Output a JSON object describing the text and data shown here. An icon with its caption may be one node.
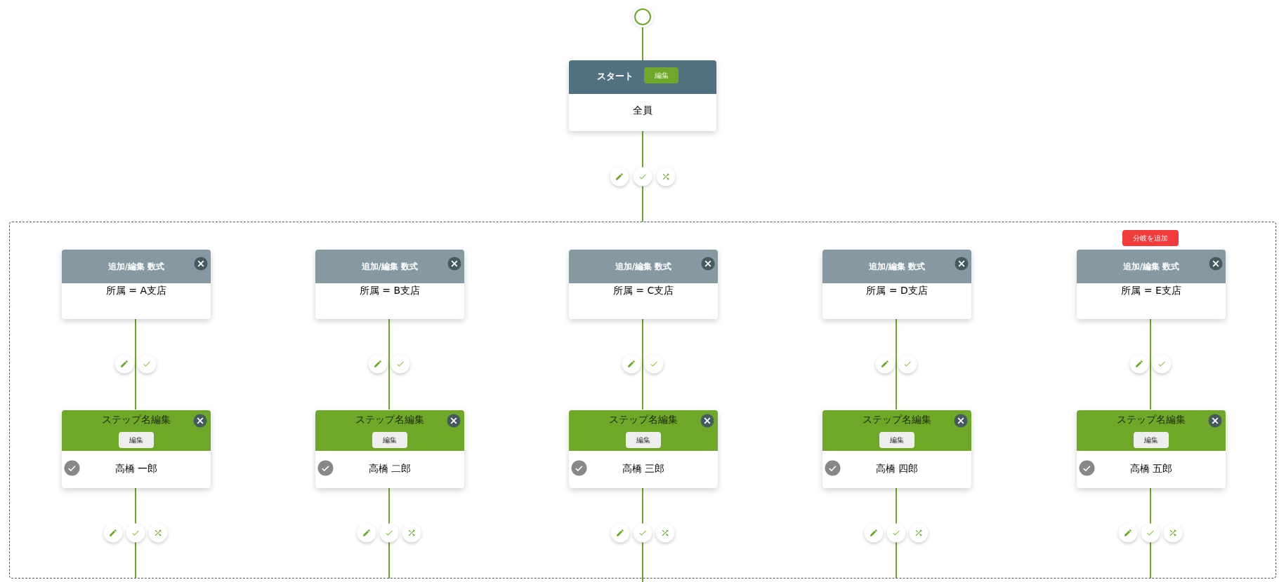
{
  "diagram": {
    "nodes": [
      {
        "text": [],
        "shape": "circle"
      },
      {
        "text": [
          "スタート",
          "編集",
          "全員"
        ]
      },
      {
        "text": [],
        "shape": "box"
      },
      {
        "text": [
          "追加/編集 数式",
          "所属 = A支店"
        ],
        "in": 2
      },
      {
        "text": [
          "追加/編集 数式",
          "所属 = B支店"
        ],
        "in": 2
      },
      {
        "text": [
          "追加/編集 数式",
          "所属 = C支店"
        ],
        "in": 2
      },
      {
        "text": [
          "追加/編集 数式",
          "所属 = D支店"
        ],
        "in": 2
      },
      {
        "text": [
          "追加/編集 数式",
          "所属 = E支店"
        ],
        "in": 2
      },
      {
        "text": [
          "ステップ名編集",
          "編集",
          "高橋 一郎"
        ],
        "in": 2
      },
      {
        "text": [
          "ステップ名編集",
          "編集",
          "高橋 二郎"
        ],
        "in": 2
      },
      {
        "text": [
          "ステップ名編集",
          "編集",
          "高橋 三郎"
        ],
        "in": 2
      },
      {
        "text": [
          "ステップ名編集",
          "編集",
          "高橋 四郎"
        ],
        "in": 2
      },
      {
        "text": [
          "ステップ名編集",
          "編集",
          "高橋 五郎"
        ],
        "in": 2
      }
    ],
    "edges": [
      {
        "from": 0,
        "to": 1,
        "arrow": "none"
      },
      {
        "from": 1,
        "to": 2,
        "arrow": "none"
      },
      {
        "from": 3,
        "to": 8,
        "arrow": "none"
      },
      {
        "from": 4,
        "to": 9,
        "arrow": "none"
      },
      {
        "from": 5,
        "to": 10,
        "arrow": "none"
      },
      {
        "from": 6,
        "to": 11,
        "arrow": "none"
      },
      {
        "from": 7,
        "to": 12,
        "arrow": "none"
      },
      {
        "from": 8,
        "to": null,
        "arrow": "none"
      },
      {
        "from": 9,
        "to": null,
        "arrow": "none"
      },
      {
        "from": 10,
        "to": null,
        "arrow": "none"
      },
      {
        "from": 11,
        "to": null,
        "arrow": "none"
      },
      {
        "from": 12,
        "to": null,
        "arrow": "none"
      }
    ],
    "labels": [
      "分岐を追加"
    ]
  }
}
